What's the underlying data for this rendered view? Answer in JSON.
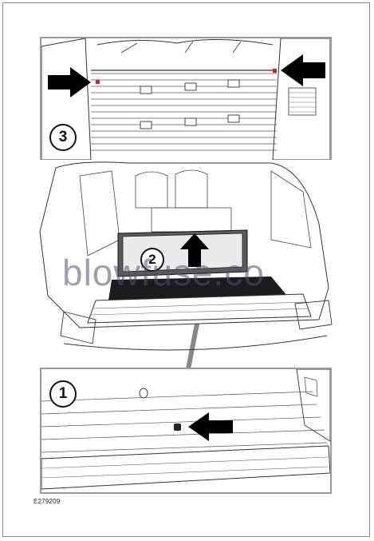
{
  "figure": {
    "reference_code": "E279209",
    "watermark": "blowfuse.co"
  },
  "callouts": [
    {
      "label": "3"
    },
    {
      "label": "2"
    },
    {
      "label": "1"
    }
  ],
  "icons": [
    "arrow-right-icon",
    "arrow-left-icon",
    "arrow-up-icon",
    "red-marker-icon"
  ],
  "colors": {
    "line": "#333333",
    "marker": "#d0202a",
    "arrow": "#000000",
    "watermark": "#50506e"
  }
}
